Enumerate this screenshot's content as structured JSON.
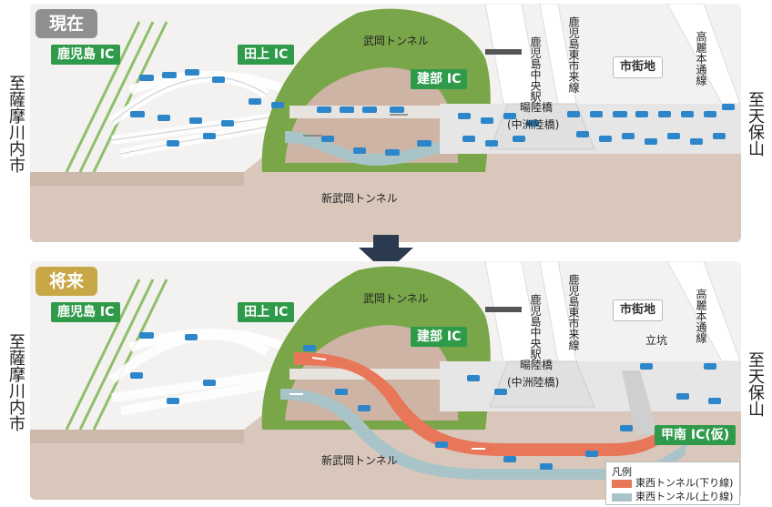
{
  "colors": {
    "green_label": "#2e9a4a",
    "mountain": "#7aa64a",
    "earth": "#d9c7bb",
    "downbound_tunnel": "#e8775a",
    "upbound_tunnel": "#a9c4c8",
    "vehicles": "#2d86c9",
    "arrow": "#2b3a4e"
  },
  "now": {
    "badge": "現在",
    "ic_kagoshima": "鹿児島 IC",
    "ic_tagami": "田上 IC",
    "ic_takebe": "建部 IC",
    "tunnel_takeoka": "武岡トンネル",
    "tunnel_shin_takeoka": "新武岡トンネル",
    "station": "鹿児島中央駅",
    "street_higashi": "鹿児島東市来線",
    "street_koraihon": "高麗本通線",
    "bridge": "暘陸橋",
    "bridge_sub": "(中洲陸橋)",
    "city": "市街地",
    "left_dest": "至薩摩川内市",
    "right_dest": "至天保山"
  },
  "future": {
    "badge": "将来",
    "ic_kagoshima": "鹿児島 IC",
    "ic_tagami": "田上 IC",
    "ic_takebe": "建部 IC",
    "ic_konan": "甲南 IC(仮)",
    "tunnel_takeoka": "武岡トンネル",
    "tunnel_shin_takeoka": "新武岡トンネル",
    "station": "鹿児島中央駅",
    "street_higashi": "鹿児島東市来線",
    "street_koraihon": "高麗本通線",
    "bridge": "暘陸橋",
    "bridge_sub": "(中洲陸橋)",
    "city": "市街地",
    "shaft": "立坑",
    "left_dest": "至薩摩川内市",
    "right_dest": "至天保山"
  },
  "legend": {
    "title": "凡例",
    "down": "東西トンネル(下り線)",
    "up": "東西トンネル(上り線)"
  }
}
